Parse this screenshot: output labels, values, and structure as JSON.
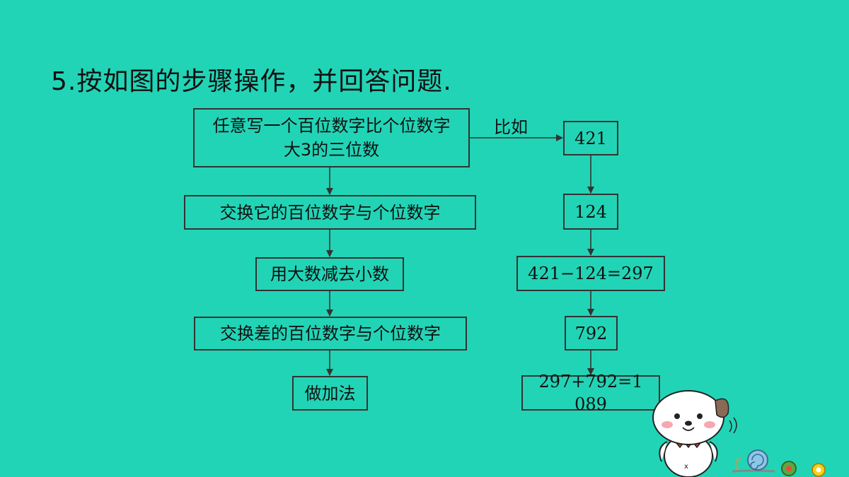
{
  "title": "5.按如图的步骤操作，并回答问题.",
  "left_steps": [
    "任意写一个百位数字比个位数字大3的三位数",
    "交换它的百位数字与个位数字",
    "用大数减去小数",
    "交换差的百位数字与个位数字",
    "做加法"
  ],
  "example_label": "比如",
  "right_steps": [
    "421",
    "124",
    "421−124=297",
    "792",
    "297+792=1 089"
  ],
  "colors": {
    "background": "#22d4b6",
    "line": "#333333"
  }
}
